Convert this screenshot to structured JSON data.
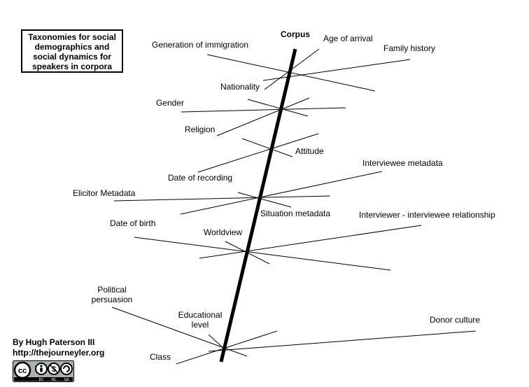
{
  "title_lines": [
    "Taxonomies for social",
    "demographics and",
    "social dynamics for",
    "speakers in corpora"
  ],
  "spine_label": "Corpus",
  "labels": {
    "generation_of_immigration": "Generation of immigration",
    "age_of_arrival": "Age of arrival",
    "family_history": "Family history",
    "nationality": "Nationality",
    "gender": "Gender",
    "religion": "Religion",
    "attitude": "Attitude",
    "date_of_recording": "Date of recording",
    "interviewee_metadata": "Interviewee metadata",
    "elicitor_metadata": "Elicitor Metadata",
    "situation_metadata": "Situation metadata",
    "date_of_birth": "Date of birth",
    "interviewer_interviewee_relationship": "Interviewer - interviewee relationship",
    "worldview": "Worldview",
    "political_persuasion_line1": "Political",
    "political_persuasion_line2": "persuasion",
    "educational_level_line1": "Educational",
    "educational_level_line2": "level",
    "donor_culture": "Donor culture",
    "class": "Class"
  },
  "credit": {
    "author": "By Hugh Paterson III",
    "url": "http://thejourneyler.org"
  },
  "license": {
    "badge": "cc-by-nc-sa",
    "terms": [
      "BY",
      "NC",
      "SA"
    ]
  }
}
